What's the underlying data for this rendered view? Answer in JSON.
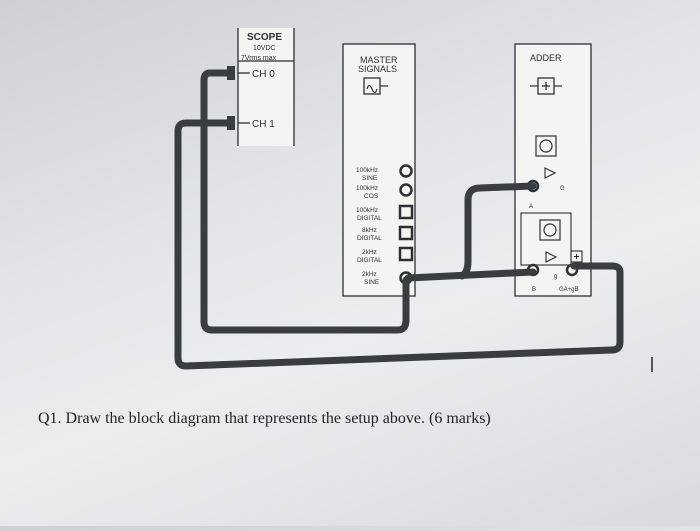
{
  "scope": {
    "title": "SCOPE",
    "rating_line1": "10VDC",
    "rating_line2": "7Vrms max",
    "ch0_label": "CH 0",
    "ch1_label": "CH 1"
  },
  "master_signals": {
    "title_line1": "MASTER",
    "title_line2": "SIGNALS",
    "outputs": [
      {
        "line1": "100kHz",
        "line2": "SINE"
      },
      {
        "line1": "100kHz",
        "line2": "COS"
      },
      {
        "line1": "100kHz",
        "line2": "DIGITAL"
      },
      {
        "line1": "8kHz",
        "line2": "DIGITAL"
      },
      {
        "line1": "2kHz",
        "line2": "DIGITAL"
      },
      {
        "line1": "2kHz",
        "line2": "SINE"
      }
    ]
  },
  "adder": {
    "title": "ADDER",
    "input_a": "A",
    "input_b": "B",
    "gain_g": "G",
    "gain_g2": "g",
    "output_label": "GA+gB"
  },
  "question": {
    "text": "Q1. Draw the block diagram that represents the setup above. (6 marks)"
  },
  "colors": {
    "wire": "#3a3d40",
    "panel": "#f4f4f2"
  }
}
